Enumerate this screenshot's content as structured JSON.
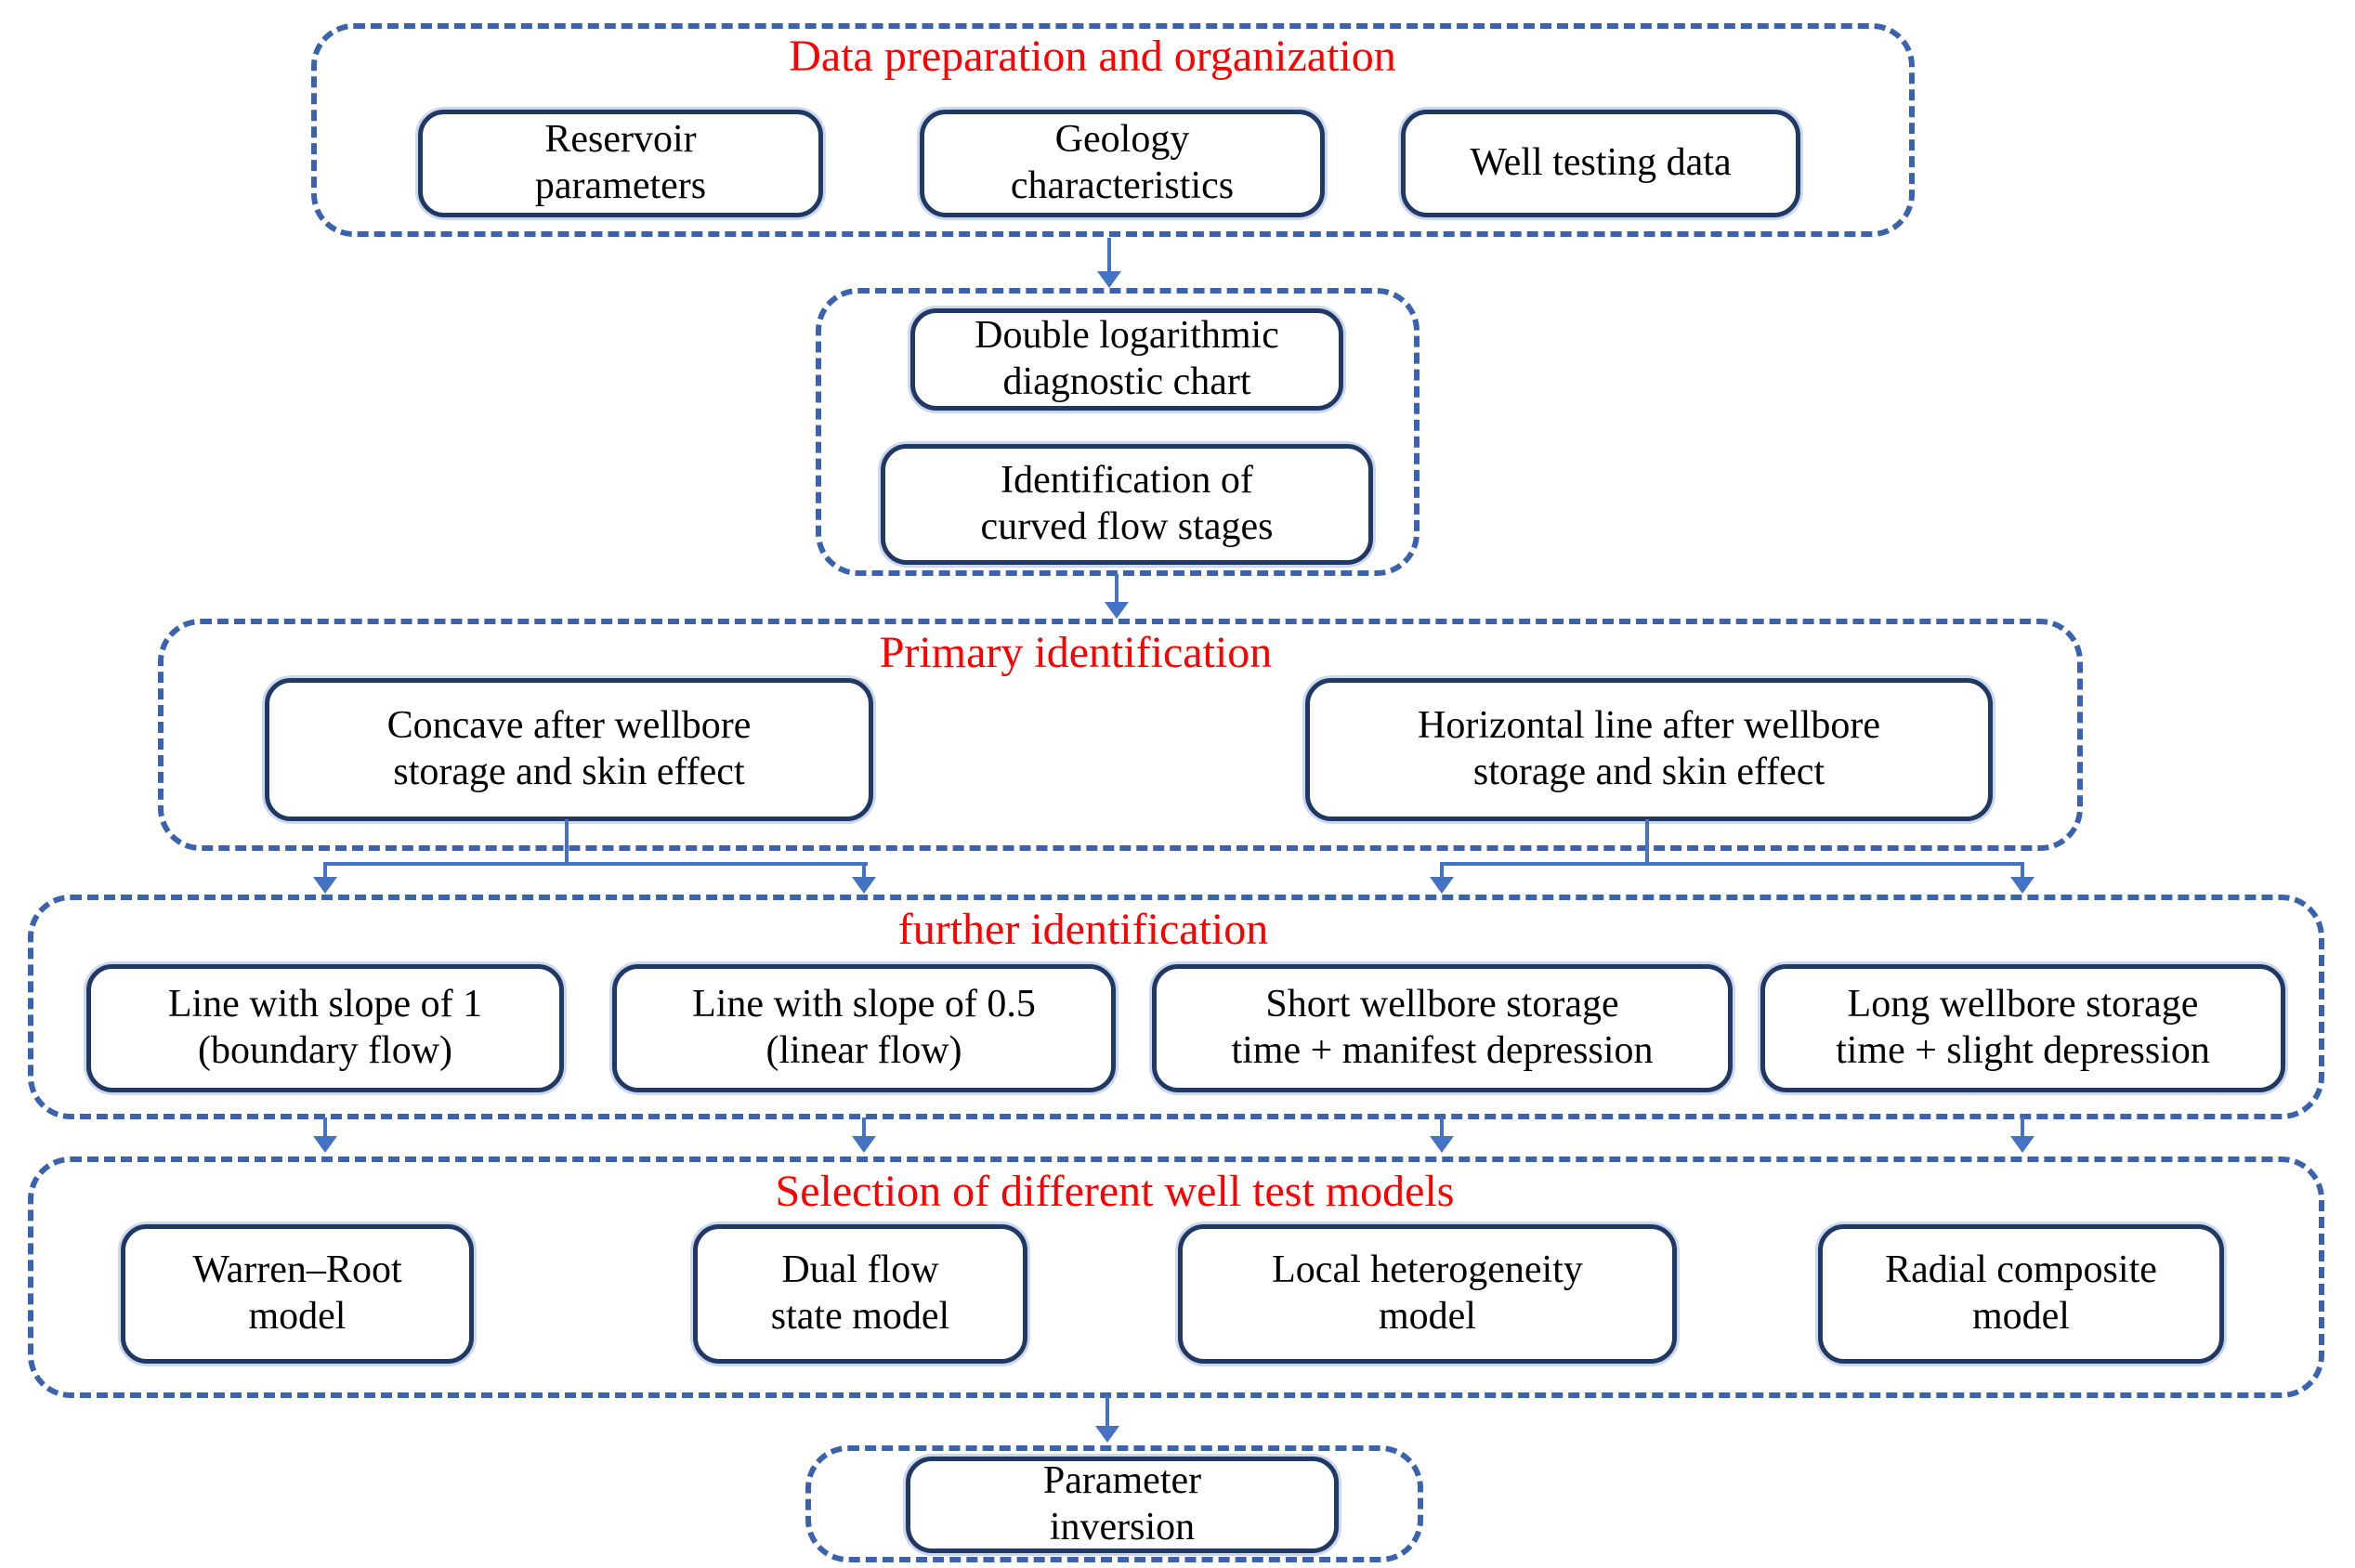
{
  "figure": {
    "type": "flowchart",
    "topic": "well test model selection workflow"
  },
  "colors": {
    "dash_border": "#3a62ad",
    "box_border": "#1f3864",
    "arrow": "#4472c4",
    "title_red": "#ff0000",
    "text": "#000000",
    "background": "#ffffff"
  },
  "sections": {
    "data_preparation": {
      "title": "Data preparation and organization",
      "boxes": {
        "reservoir": {
          "lines": [
            "Reservoir",
            "parameters"
          ]
        },
        "geology": {
          "lines": [
            "Geology",
            "characteristics"
          ]
        },
        "well_testing": {
          "lines": [
            "Well testing data"
          ]
        }
      }
    },
    "diagnostic": {
      "boxes": {
        "double_log": {
          "lines": [
            "Double logarithmic",
            "diagnostic chart"
          ]
        },
        "identification": {
          "lines": [
            "Identification of",
            "curved flow stages"
          ]
        }
      }
    },
    "primary_identification": {
      "title": "Primary identification",
      "boxes": {
        "concave": {
          "lines": [
            "Concave after wellbore",
            "storage and skin effect"
          ]
        },
        "horizontal": {
          "lines": [
            "Horizontal line after wellbore",
            "storage and skin effect"
          ]
        }
      }
    },
    "further_identification": {
      "title": "further identification",
      "boxes": {
        "slope1": {
          "lines": [
            "Line with slope of 1",
            "(boundary flow)"
          ]
        },
        "slope05": {
          "lines": [
            "Line with slope of 0.5",
            "(linear flow)"
          ]
        },
        "short_storage": {
          "lines": [
            "Short wellbore storage",
            "time + manifest depression"
          ]
        },
        "long_storage": {
          "lines": [
            "Long wellbore storage",
            "time + slight depression"
          ]
        }
      }
    },
    "model_selection": {
      "title": "Selection of different well test models",
      "boxes": {
        "warren_root": {
          "lines": [
            "Warren–Root",
            "model"
          ]
        },
        "dual_flow": {
          "lines": [
            "Dual flow",
            "state model"
          ]
        },
        "local_heterogeneity": {
          "lines": [
            "Local heterogeneity",
            "model"
          ]
        },
        "radial_composite": {
          "lines": [
            "Radial composite",
            "model"
          ]
        }
      }
    },
    "parameter_inversion": {
      "boxes": {
        "parameter_inversion": {
          "lines": [
            "Parameter",
            "inversion"
          ]
        }
      }
    }
  }
}
